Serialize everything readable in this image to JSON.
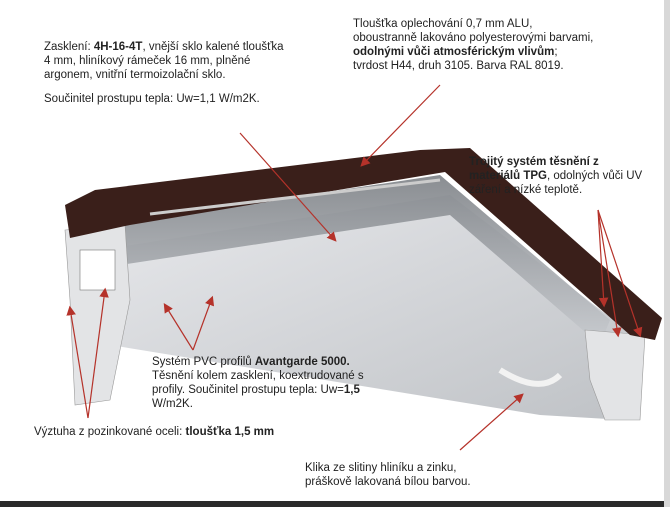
{
  "notes": {
    "glazing": {
      "prefix": "Zasklení: ",
      "bold": "4H-16-4T",
      "rest": ", vnější sklo kalené tloušťka 4 mm, hliníkový rámeček 16 mm, plněné argonem, vnitřní termoizolační sklo.",
      "coefficient": "Součinitel prostupu tepla: Uw=1,1 W/m2K."
    },
    "cladding": {
      "line1": "Tloušťka oplechování 0,7 mm ALU,",
      "line2": "oboustranně lakováno polyesterovými barvami,",
      "bold": "odolnými vůči atmosférickým vlivům",
      "line3_end": ";",
      "line4": "tvrdost H44, druh 3105. Barva RAL 8019."
    },
    "seal": {
      "bold": "Trojitý systém těsnění z materiálů TPG",
      "rest": ", odolných vůči UV záření a nízké teplotě."
    },
    "pvc": {
      "prefix": "Systém PVC profilů ",
      "bold": "Avantgarde 5000.",
      "rest": " Těsnění kolem zasklení, koextrudované s profily. Součinitel prostupu tepla: Uw=",
      "bold2": "1,5",
      "end": " W/m2K."
    },
    "reinforcement": {
      "prefix": "Výztuha z pozinkované oceli: ",
      "bold": "tloušťka 1,5 mm"
    },
    "handle": {
      "line1": "Klika ze slitiny hliníku a zinku,",
      "line2": "práškově lakovaná bílou barvou."
    }
  },
  "colors": {
    "frame_cap": "#3a1f1a",
    "arrow": "#b5322a",
    "profile": "#d4d6da",
    "glass": "#9ea3a8"
  }
}
